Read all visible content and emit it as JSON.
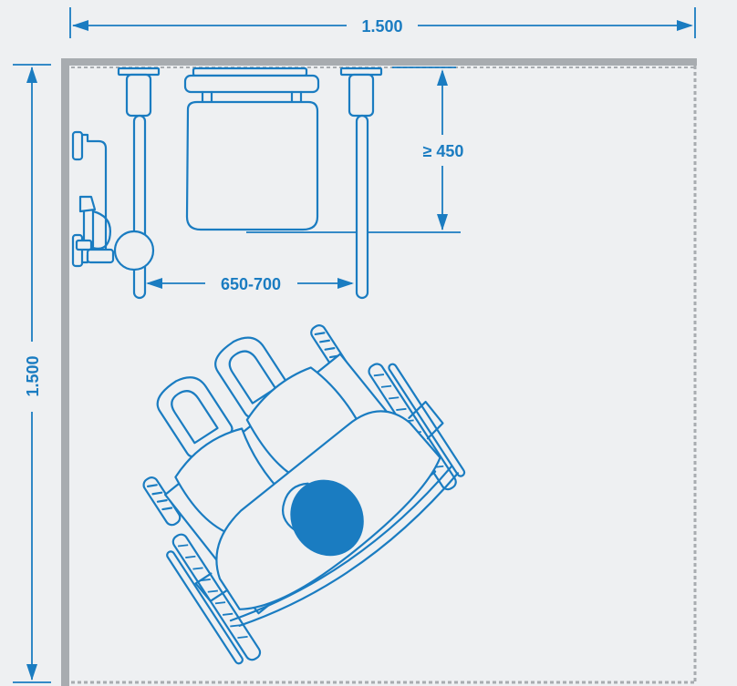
{
  "dimensions": {
    "top_width": "1.500",
    "left_height": "1.500",
    "seat_depth": "≥ 450",
    "grab_bar_spacing": "650-700"
  },
  "colors": {
    "background": "#eef0f2",
    "accent": "#1a7cc1",
    "wall": "#a8acb0"
  }
}
